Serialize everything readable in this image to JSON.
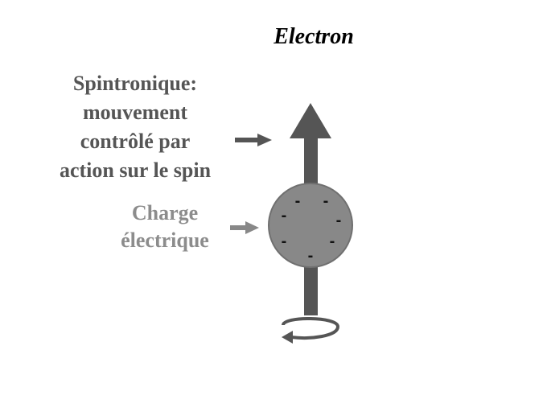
{
  "title": "Electron",
  "spin_label": {
    "lines": [
      "Spintronique:",
      "mouvement",
      "contrôlé par",
      "action sur le spin"
    ]
  },
  "charge_label": {
    "lines": [
      "Charge",
      "électrique"
    ]
  },
  "charge_symbol": "-",
  "colors": {
    "arrow": "#555555",
    "sphere": "#888888",
    "sphere_border": "#707070",
    "charge_label": "#8c8c8c",
    "spin_label": "#555555",
    "rotation_arrow": "#555555"
  }
}
